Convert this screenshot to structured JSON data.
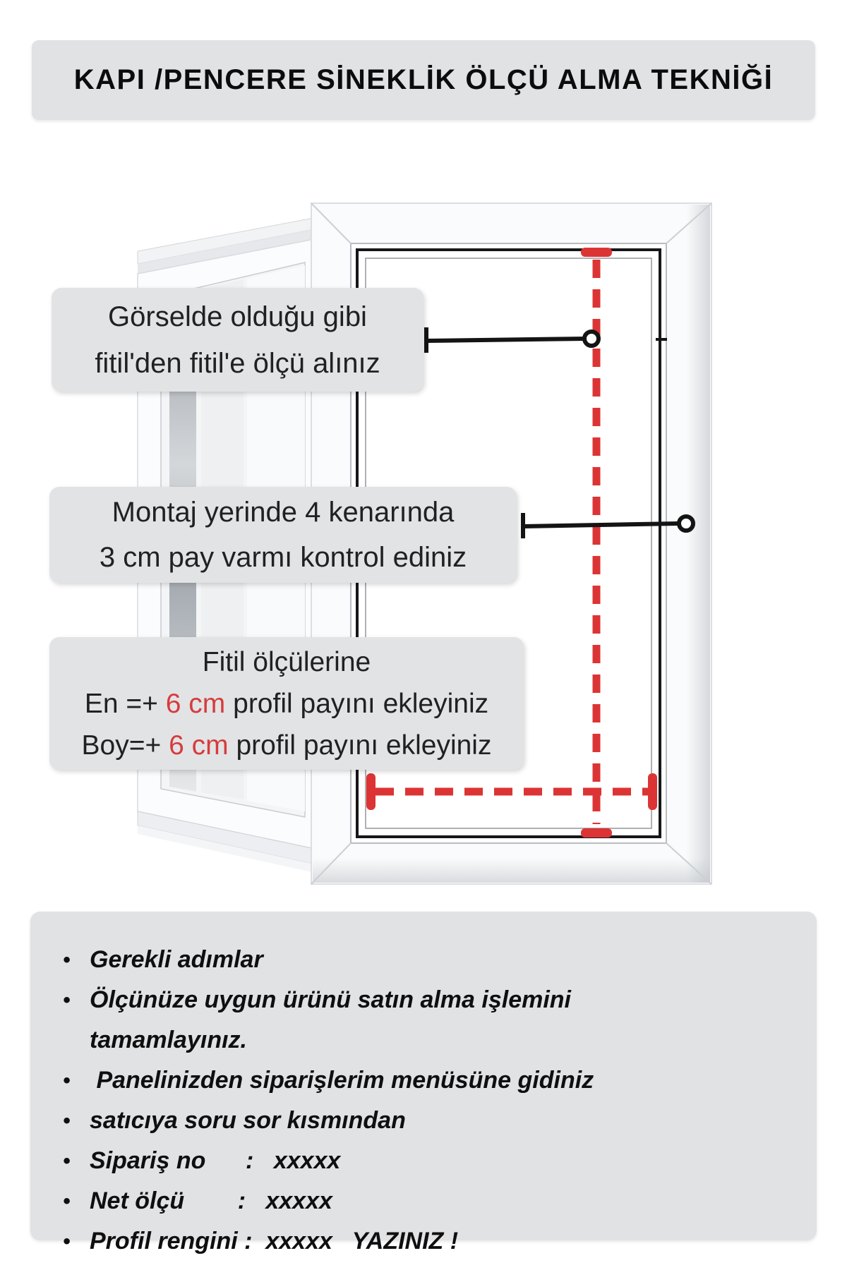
{
  "header": {
    "title": "KAPI /PENCERE SİNEKLİK ÖLÇÜ ALMA TEKNİĞİ"
  },
  "callouts": [
    {
      "lines": [
        "Görselde olduğu gibi",
        "fitil'den fitil'e ölçü alınız"
      ]
    },
    {
      "lines": [
        "Montaj yerinde 4 kenarında",
        "3 cm pay varmı kontrol ediniz"
      ]
    },
    {
      "title": "Fitil ölçülerine",
      "rows": [
        {
          "pre": "En =+ ",
          "red": "6 cm",
          "post": " profil payını ekleyiniz"
        },
        {
          "pre": "Boy=+ ",
          "red": "6 cm",
          "post": " profil payını ekleyiniz"
        }
      ]
    }
  ],
  "steps": {
    "bullet": "•",
    "items": [
      "Gerekli adımlar",
      "Ölçünüze uygun ürünü satın alma işlemini\ntamamlayınız.",
      " Panelinizden siparişlerim menüsüne gidiniz",
      "satıcıya soru sor kısmından",
      "Sipariş no      :   xxxxx",
      "Net ölçü        :   xxxxx",
      "Profil rengini :  xxxxx   YAZINIZ !"
    ]
  },
  "colors": {
    "accent_red": "#dc3434",
    "panel_gray": "#e1e2e4",
    "line_black": "#141414"
  }
}
